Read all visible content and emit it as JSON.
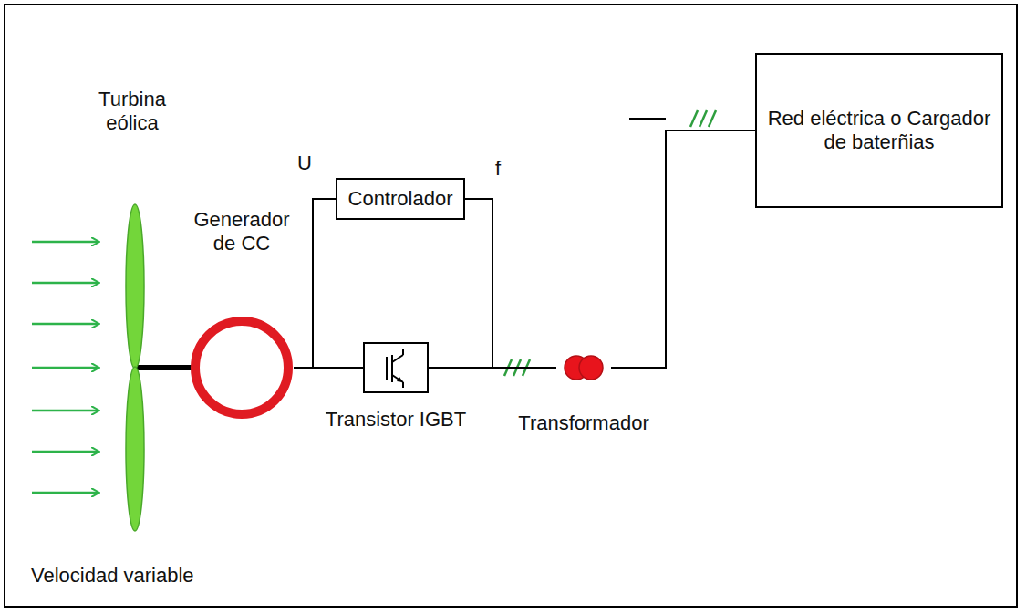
{
  "diagram": {
    "nodes": [
      {
        "text": [
          "Generador de CC"
        ]
      },
      {
        "text": [
          "Controlador"
        ]
      },
      {
        "text": [
          "Transistor IGBT"
        ]
      },
      {
        "text": [
          "Transformador"
        ]
      },
      {
        "text": [
          "Red eléctrica o Cargador de baterñias"
        ]
      }
    ],
    "edges": [
      {
        "from": 0,
        "to": 2,
        "arrow": "none"
      },
      {
        "from": 2,
        "to": 3,
        "arrow": "none"
      },
      {
        "from": 3,
        "to": 4,
        "arrow": "none"
      },
      {
        "from": 0,
        "to": 1,
        "arrow": "none"
      },
      {
        "from": 1,
        "to": 3,
        "arrow": "none"
      }
    ],
    "labels": [
      "Turbina eólica",
      "U",
      "f",
      "Velocidad variable"
    ]
  }
}
